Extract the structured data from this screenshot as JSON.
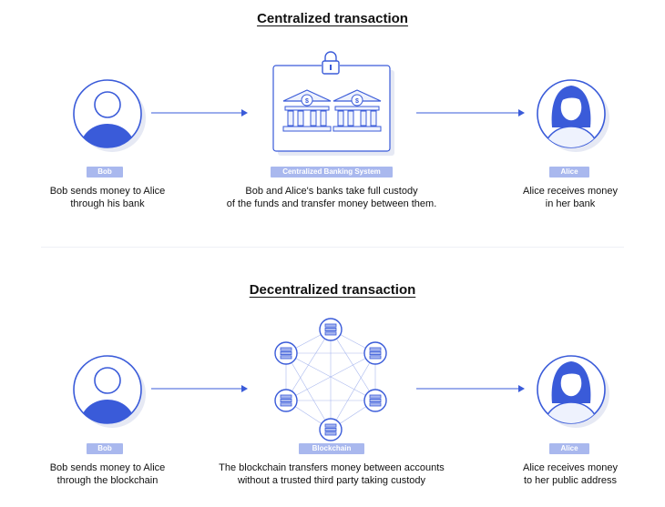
{
  "centralized": {
    "title": "Centralized transaction",
    "bob_tag": "Bob",
    "bob_caption_1": "Bob sends money to Alice",
    "bob_caption_2": "through his bank",
    "system_tag": "Centralized Banking System",
    "system_caption_1": "Bob and Alice's banks take full custody",
    "system_caption_2": "of the funds and transfer money between them.",
    "alice_tag": "Alice",
    "alice_caption_1": "Alice receives money",
    "alice_caption_2": "in her bank"
  },
  "decentralized": {
    "title": "Decentralized transaction",
    "bob_tag": "Bob",
    "bob_caption_1": "Bob sends money to Alice",
    "bob_caption_2": "through the blockchain",
    "system_tag": "Blockchain",
    "system_caption_1": "The blockchain transfers money between accounts",
    "system_caption_2": "without a trusted third party taking custody",
    "alice_tag": "Alice",
    "alice_caption_1": "Alice receives money",
    "alice_caption_2": "to her public address"
  },
  "colors": {
    "accent": "#3a5bd9",
    "tag_bg": "#a9b8ee",
    "light_fill": "#eef2fd",
    "shadow": "#e6e9f4"
  },
  "icons": [
    "user-icon",
    "bank-icon",
    "lock-icon",
    "server-icon",
    "arrow-right-icon",
    "alice-icon"
  ]
}
